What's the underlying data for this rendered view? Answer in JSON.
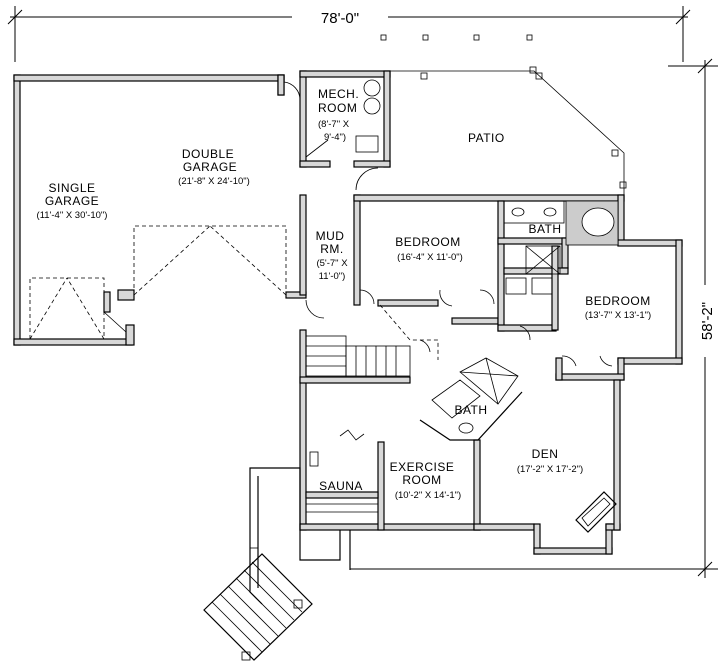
{
  "dimensions": {
    "width": "78'-0\"",
    "depth": "58'-2\""
  },
  "rooms": {
    "mech_room": {
      "name_line1": "MECH.",
      "name_line2": "ROOM",
      "size_line1": "(8'-7\" X",
      "size_line2": "9'-4\")"
    },
    "patio": {
      "name": "PATIO"
    },
    "double_garage": {
      "name_line1": "DOUBLE",
      "name_line2": "GARAGE",
      "size": "(21'-8\" X 24'-10\")"
    },
    "single_garage": {
      "name_line1": "SINGLE",
      "name_line2": "GARAGE",
      "size": "(11'-4\" X 30'-10\")"
    },
    "mud_room": {
      "name_line1": "MUD",
      "name_line2": "RM.",
      "size_line1": "(5'-7\" X",
      "size_line2": "11'-0\")"
    },
    "bedroom_1": {
      "name": "BEDROOM",
      "size": "(16'-4\" X 11'-0\")"
    },
    "bath_upper": {
      "name": "BATH"
    },
    "bedroom_2": {
      "name": "BEDROOM",
      "size": "(13'-7\" X 13'-1\")"
    },
    "bath_lower": {
      "name": "BATH"
    },
    "exercise_room": {
      "name_line1": "EXERCISE",
      "name_line2": "ROOM",
      "size": "(10'-2\" X 14'-1\")"
    },
    "den": {
      "name": "DEN",
      "size": "(17'-2\" X 17'-2\")"
    },
    "sauna": {
      "name": "SAUNA"
    }
  }
}
